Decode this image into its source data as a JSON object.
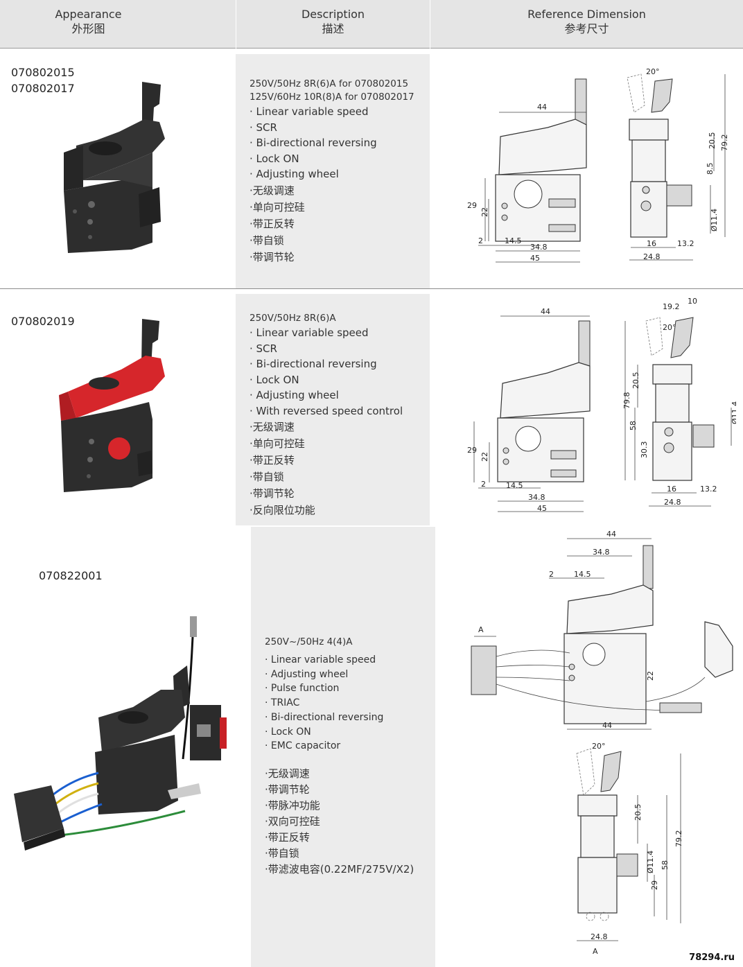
{
  "header": {
    "appearance_en": "Appearance",
    "appearance_cn": "外形图",
    "description_en": "Description",
    "description_cn": "描述",
    "reference_en": "Reference Dimension",
    "reference_cn": "参考尺寸"
  },
  "products": [
    {
      "codes": [
        "070802015",
        "070802017"
      ],
      "specs": [
        "250V/50Hz  8R(6)A for 070802015",
        "125V/60Hz  10R(8)A for 070802017"
      ],
      "features_en": [
        "· Linear variable speed",
        "· SCR",
        "· Bi-directional reversing",
        "· Lock ON",
        "· Adjusting wheel"
      ],
      "features_cn": [
        "·无级调速",
        "·单向可控硅",
        "·带正反转",
        "·带自锁",
        "·带调节轮"
      ],
      "dims": {
        "d44": "44",
        "d20": "20°",
        "d20_5": "20.5",
        "d79_2": "79.2",
        "d8_5": "8.5",
        "d29": "29",
        "d22": "22",
        "d11_4": "Ø11.4",
        "d2": "2",
        "d14_5": "14.5",
        "d34_8": "34.8",
        "d45": "45",
        "d16": "16",
        "d13_2": "13.2",
        "d24_8": "24.8"
      }
    },
    {
      "codes": [
        "070802019"
      ],
      "specs": [
        "250V/50Hz  8R(6)A"
      ],
      "features_en": [
        "· Linear variable speed",
        "· SCR",
        "· Bi-directional reversing",
        "· Lock ON",
        "· Adjusting wheel",
        "· With reversed speed control"
      ],
      "features_cn": [
        "·无级调速",
        "·单向可控硅",
        "·带正反转",
        "·带自锁",
        "·带调节轮",
        "·反向限位功能"
      ],
      "dims": {
        "d44": "44",
        "d19_2": "19.2",
        "d10": "10",
        "d20": "20°",
        "d79_8": "79.8",
        "d20_5": "20.5",
        "d58": "58",
        "d11_4": "Ø11.4",
        "d30_3": "30.3",
        "d29": "29",
        "d22": "22",
        "d2": "2",
        "d14_5": "14.5",
        "d34_8": "34.8",
        "d45": "45",
        "d16": "16",
        "d13_2": "13.2",
        "d24_8": "24.8"
      }
    },
    {
      "codes": [
        "070822001"
      ],
      "specs": [
        "250V~/50Hz  4(4)A"
      ],
      "features_en": [
        "· Linear variable speed",
        "· Adjusting wheel",
        "· Pulse function",
        "· TRIAC",
        "· Bi-directional reversing",
        "· Lock ON",
        "· EMC capacitor"
      ],
      "features_cn": [
        "·无级调速",
        "·带调节轮",
        "·带脉冲功能",
        "·双向可控硅",
        "·带正反转",
        "·带自锁",
        "·带滤波电容(0.22MF/275V/X2)"
      ],
      "dims": {
        "d44_top": "44",
        "d34_8": "34.8",
        "d2": "2",
        "d14_5": "14.5",
        "A1": "A",
        "d22": "22",
        "d44_bot": "44",
        "d20": "20°",
        "d20_5": "20.5",
        "d11_4": "Ø11.4",
        "d58": "58",
        "d79_2": "79.2",
        "d29": "29",
        "d24_8": "24.8",
        "A2": "A"
      }
    }
  ],
  "watermark": "78294.ru",
  "colors": {
    "header_bg": "#e5e5e5",
    "panel_bg": "#ececec",
    "switch_black": "#2b2b2b",
    "switch_red": "#d6262b"
  }
}
